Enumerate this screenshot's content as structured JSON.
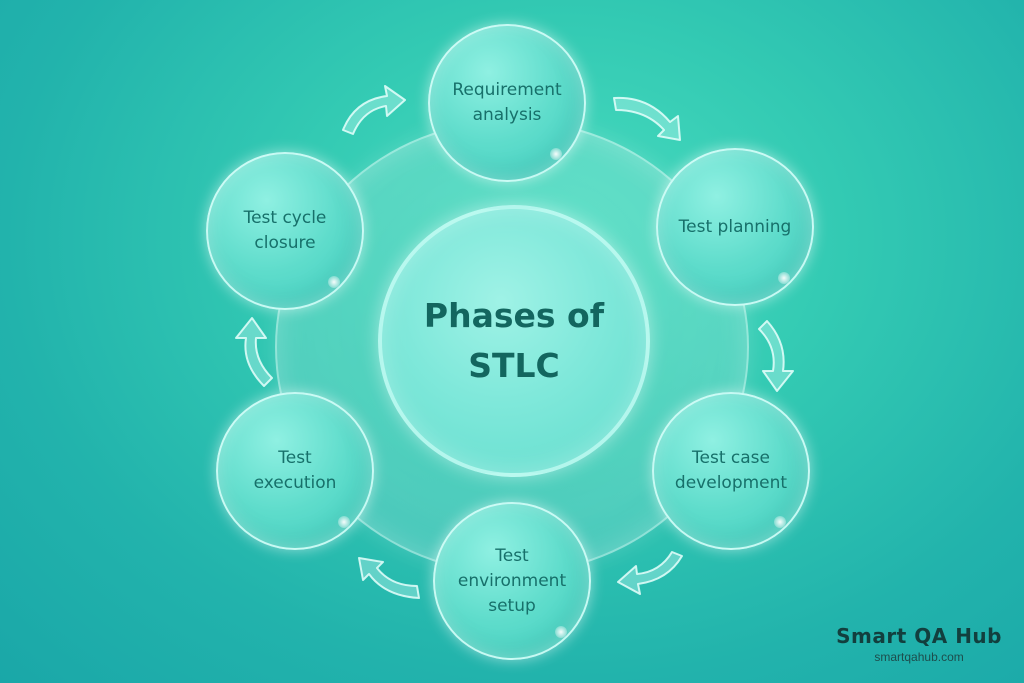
{
  "diagram": {
    "title": "Phases of STLC",
    "title_lines": [
      "Phases of",
      "STLC"
    ],
    "type": "cycle",
    "phases": [
      {
        "id": 1,
        "label": "Requirement analysis"
      },
      {
        "id": 2,
        "label": "Test planning"
      },
      {
        "id": 3,
        "label": "Test case development"
      },
      {
        "id": 4,
        "label": "Test environment setup"
      },
      {
        "id": 5,
        "label": "Test execution"
      },
      {
        "id": 6,
        "label": "Test cycle closure"
      }
    ],
    "flow_direction": "clockwise",
    "arrows": [
      {
        "from": "Requirement analysis",
        "to": "Test planning"
      },
      {
        "from": "Test planning",
        "to": "Test case development"
      },
      {
        "from": "Test case development",
        "to": "Test environment setup"
      },
      {
        "from": "Test environment setup",
        "to": "Test execution"
      },
      {
        "from": "Test execution",
        "to": "Test cycle closure"
      },
      {
        "from": "Test cycle closure",
        "to": "Requirement analysis"
      }
    ]
  },
  "brand": {
    "name": "Smart QA Hub",
    "url": "smartqahub.com"
  },
  "colors": {
    "background": "#2bbfae",
    "text_primary": "#13665f",
    "node_fill": "#5edccb",
    "brand_text": "#123f3e"
  }
}
